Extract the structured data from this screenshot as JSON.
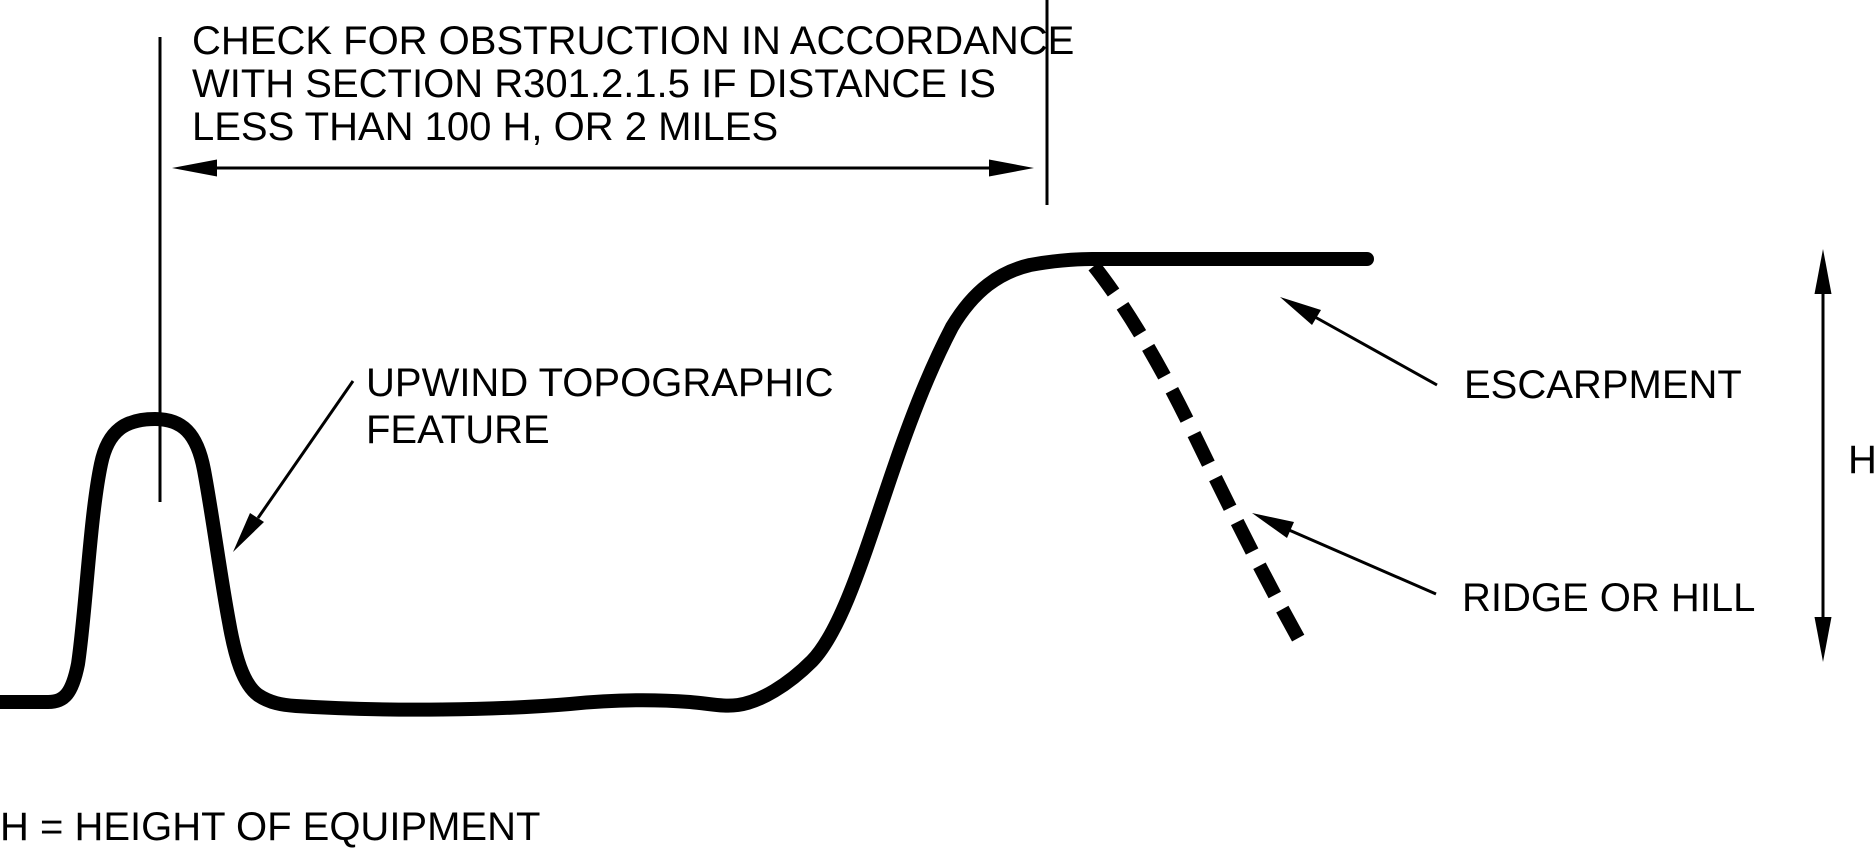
{
  "figure": {
    "background_color": "#ffffff",
    "line_color": "#000000",
    "top_note": {
      "line1": "CHECK FOR OBSTRUCTION IN ACCORDANCE",
      "line2": "WITH SECTION R301.2.1.5 IF DISTANCE IS",
      "line3": "LESS THAN 100 H, OR 2 MILES"
    },
    "upwind_label": {
      "line1": "UPWIND TOPOGRAPHIC",
      "line2": "FEATURE"
    },
    "escarpment_label": "ESCARPMENT",
    "ridge_label": "RIDGE OR HILL",
    "height_symbol": "H",
    "bottom_note": "H = HEIGHT OF EQUIPMENT"
  }
}
